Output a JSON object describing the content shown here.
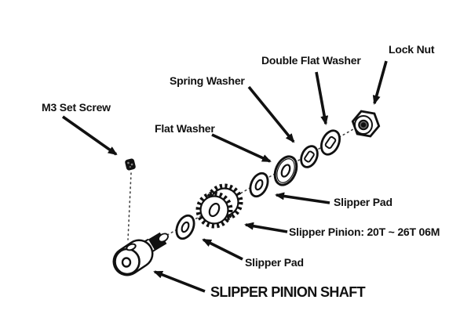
{
  "figure": {
    "title": "SLIPPER PINION SHAFT",
    "labels": {
      "m3_set_screw": "M3 Set Screw",
      "flat_washer": "Flat Washer",
      "spring_washer": "Spring Washer",
      "double_flat_washer": "Double Flat Washer",
      "lock_nut": "Lock Nut",
      "slipper_pad_top": "Slipper Pad",
      "slipper_pinion": "Slipper Pinion: 20T ~ 26T 06M",
      "slipper_pad_bottom": "Slipper Pad"
    },
    "colors": {
      "background": "#ffffff",
      "ink": "#111111"
    }
  }
}
